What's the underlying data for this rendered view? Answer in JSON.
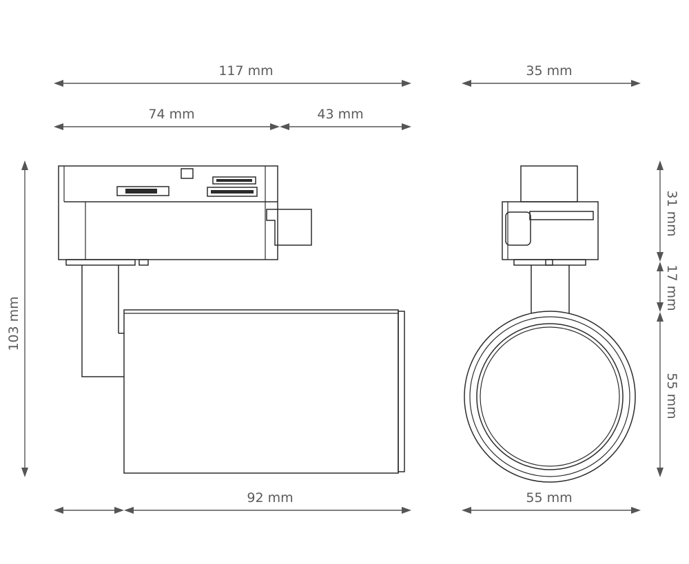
{
  "dimensions": {
    "overall_length": "117 mm",
    "adapter_length": "74 mm",
    "overhang_length": "43 mm",
    "side_width": "35 mm",
    "total_height": "103 mm",
    "adapter_height": "31 mm",
    "neck_height": "17 mm",
    "head_height": "55 mm",
    "body_length": "92 mm",
    "head_diameter": "55 mm"
  }
}
